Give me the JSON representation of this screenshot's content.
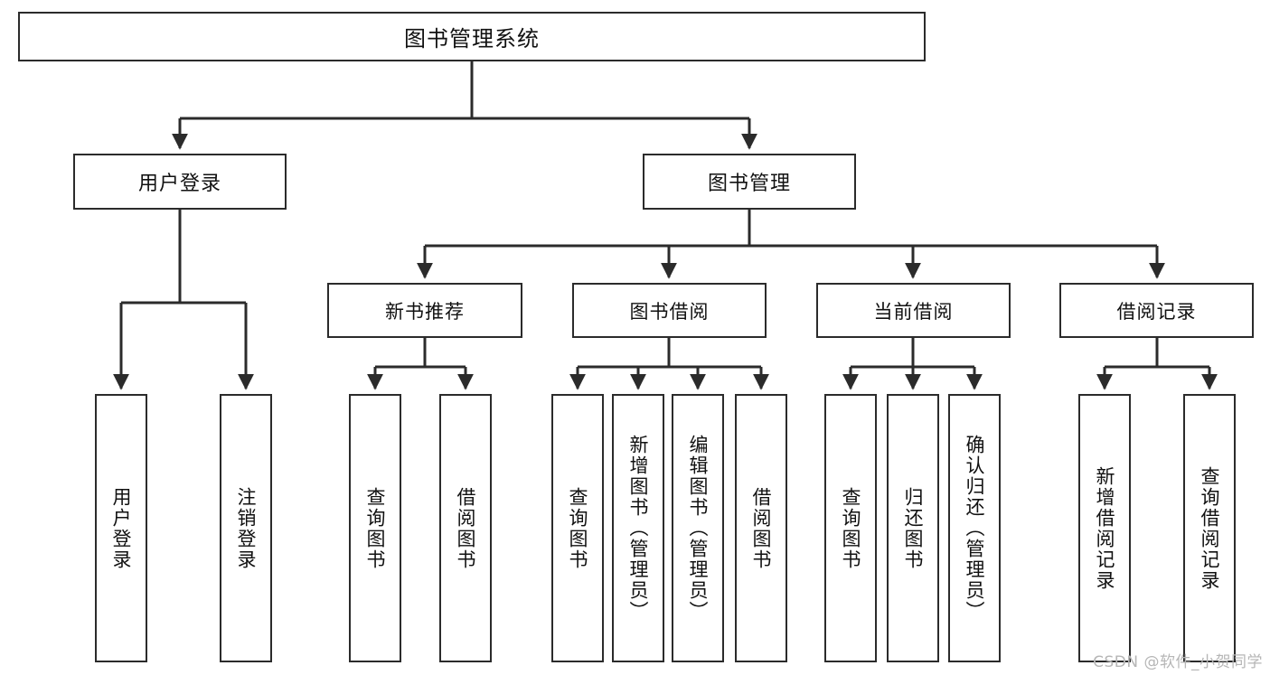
{
  "diagram": {
    "title": "图书管理系统",
    "watermark": "CSDN @软件_小贺同学",
    "colors": {
      "stroke": "#2b2b2b",
      "fill": "#ffffff",
      "text": "#111111",
      "watermark": "#b6b6b6"
    },
    "root": {
      "label": "图书管理系统"
    },
    "level1": [
      {
        "label": "用户登录"
      },
      {
        "label": "图书管理"
      }
    ],
    "level2": [
      {
        "label": "新书推荐"
      },
      {
        "label": "图书借阅"
      },
      {
        "label": "当前借阅"
      },
      {
        "label": "借阅记录"
      }
    ],
    "leaves": {
      "user_login": [
        {
          "label": "用户登录"
        },
        {
          "label": "注销登录"
        }
      ],
      "new_book_recommend": [
        {
          "label": "查询图书"
        },
        {
          "label": "借阅图书"
        }
      ],
      "book_borrow": [
        {
          "label": "查询图书"
        },
        {
          "label": "新增图书（管理员）"
        },
        {
          "label": "编辑图书（管理员）"
        },
        {
          "label": "借阅图书"
        }
      ],
      "current_borrow": [
        {
          "label": "查询图书"
        },
        {
          "label": "归还图书"
        },
        {
          "label": "确认归还（管理员）"
        }
      ],
      "borrow_records": [
        {
          "label": "新增借阅记录"
        },
        {
          "label": "查询借阅记录"
        }
      ]
    }
  },
  "chart_data": {
    "type": "diagram",
    "title": "图书管理系统",
    "structure": "tree",
    "nodes": [
      {
        "id": "root",
        "label": "图书管理系统",
        "level": 0,
        "parent": null
      },
      {
        "id": "n-user-login",
        "label": "用户登录",
        "level": 1,
        "parent": "root"
      },
      {
        "id": "n-book-mgmt",
        "label": "图书管理",
        "level": 1,
        "parent": "root"
      },
      {
        "id": "n-user-login-do",
        "label": "用户登录",
        "level": 2,
        "parent": "n-user-login"
      },
      {
        "id": "n-user-logout",
        "label": "注销登录",
        "level": 2,
        "parent": "n-user-login"
      },
      {
        "id": "n-new-book",
        "label": "新书推荐",
        "level": 2,
        "parent": "n-book-mgmt"
      },
      {
        "id": "n-book-borrow",
        "label": "图书借阅",
        "level": 2,
        "parent": "n-book-mgmt"
      },
      {
        "id": "n-current-borrow",
        "label": "当前借阅",
        "level": 2,
        "parent": "n-book-mgmt"
      },
      {
        "id": "n-borrow-record",
        "label": "借阅记录",
        "level": 2,
        "parent": "n-book-mgmt"
      },
      {
        "id": "n-nb-query",
        "label": "查询图书",
        "level": 3,
        "parent": "n-new-book"
      },
      {
        "id": "n-nb-borrow",
        "label": "借阅图书",
        "level": 3,
        "parent": "n-new-book"
      },
      {
        "id": "n-bb-query",
        "label": "查询图书",
        "level": 3,
        "parent": "n-book-borrow"
      },
      {
        "id": "n-bb-add",
        "label": "新增图书（管理员）",
        "level": 3,
        "parent": "n-book-borrow"
      },
      {
        "id": "n-bb-edit",
        "label": "编辑图书（管理员）",
        "level": 3,
        "parent": "n-book-borrow"
      },
      {
        "id": "n-bb-borrow",
        "label": "借阅图书",
        "level": 3,
        "parent": "n-book-borrow"
      },
      {
        "id": "n-cb-query",
        "label": "查询图书",
        "level": 3,
        "parent": "n-current-borrow"
      },
      {
        "id": "n-cb-return",
        "label": "归还图书",
        "level": 3,
        "parent": "n-current-borrow"
      },
      {
        "id": "n-cb-confirm",
        "label": "确认归还（管理员）",
        "level": 3,
        "parent": "n-current-borrow"
      },
      {
        "id": "n-br-add",
        "label": "新增借阅记录",
        "level": 3,
        "parent": "n-borrow-record"
      },
      {
        "id": "n-br-query",
        "label": "查询借阅记录",
        "level": 3,
        "parent": "n-borrow-record"
      }
    ]
  }
}
